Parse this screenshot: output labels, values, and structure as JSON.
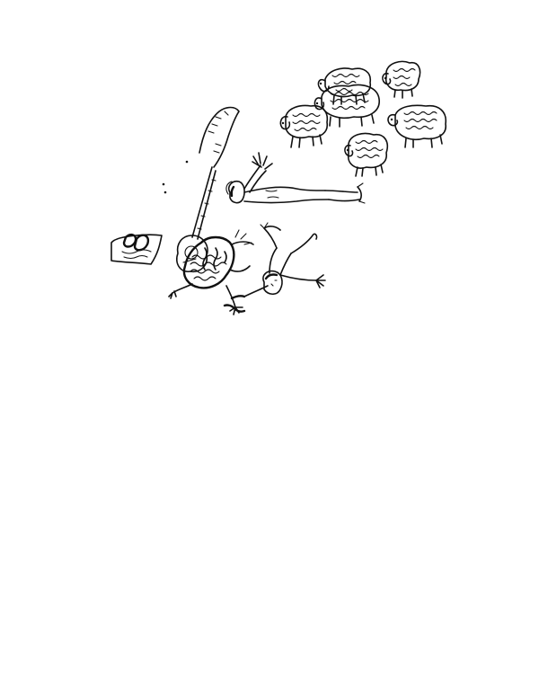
{
  "illustration": {
    "style": "black ink line drawing on white",
    "ink_color": "#111111",
    "background_color": "#ffffff",
    "subjects": [
      "sheep-flock",
      "guitar",
      "reclining-figure",
      "dark-haired-figure",
      "sprawled-figure",
      "shoes"
    ]
  }
}
